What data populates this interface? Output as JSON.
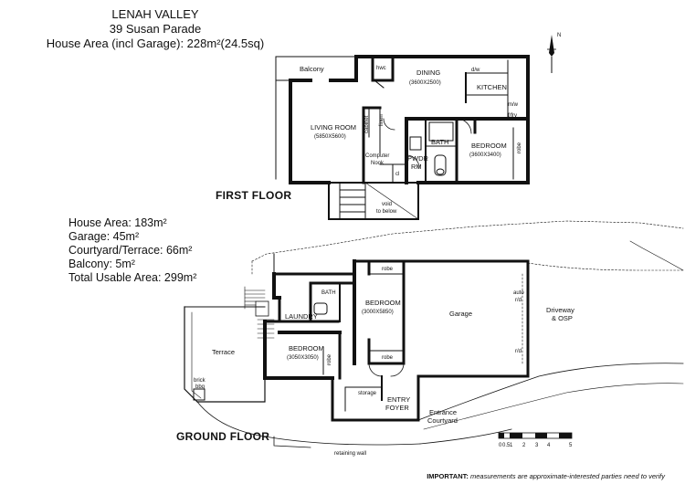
{
  "header": {
    "suburb": "LENAH VALLEY",
    "address": "39 Susan Parade",
    "house_area_line": "House Area (incl Garage): 228m²(24.5sq)"
  },
  "areas": {
    "house": "House Area: 183m²",
    "garage": "Garage: 45m²",
    "courtyard": "Courtyard/Terrace: 66m²",
    "balcony": "Balcony: 5m²",
    "total": "Total Usable Area: 299m²"
  },
  "first_floor": {
    "label": "FIRST FLOOR",
    "balcony": "Balcony",
    "wc": "hwc",
    "dining": "DINING",
    "dining_dim": "(3600X2500)",
    "dw": "d/w",
    "kitchen": "KITCHEN",
    "mw": "m/w",
    "fr": "f/fry",
    "living": "LIVING ROOM",
    "living_dim": "(5850X5600)",
    "cabinet": "cabinet",
    "linen": "linen",
    "bath": "BATH",
    "bedroom": "BEDROOM",
    "bedroom_dim": "(3600X3400)",
    "robe": "robe",
    "computer_nook_1": "Computer",
    "computer_nook_2": "Nook",
    "cl": "cl",
    "pwdr_1": "PWDR",
    "pwdr_2": "RM",
    "void_1": "void",
    "void_2": "to below"
  },
  "ground_floor": {
    "label": "GROUND FLOOR",
    "robe_top": "robe",
    "bath": "BATH",
    "bedroom1": "BEDROOM",
    "bedroom1_dim": "(3000X5850)",
    "laundry": "LAUNDRY",
    "garage": "Garage",
    "auto_rd_1": "auto",
    "auto_rd_2": "r/d",
    "rd": "r/d",
    "driveway_1": "Driveway",
    "driveway_2": "& OSP",
    "terrace": "Terrace",
    "bedroom2": "BEDROOM",
    "bedroom2_dim": "(3050X3050)",
    "robe_side": "robe",
    "robe_mid": "robe",
    "brick_1": "brick",
    "brick_2": "bbq",
    "storage": "storage",
    "entry_1": "ENTRY",
    "entry_2": "FOYER",
    "courtyard_1": "Entrance",
    "courtyard_2": "Courtyard",
    "retaining": "retaining wall"
  },
  "scale": {
    "ticks": [
      "0",
      "0.5",
      "1",
      "2",
      "3",
      "4",
      "5"
    ]
  },
  "compass": {
    "north": "N"
  },
  "footer": {
    "important": "IMPORTANT:",
    "note": " measurements are approximate-interested parties need to verify"
  }
}
